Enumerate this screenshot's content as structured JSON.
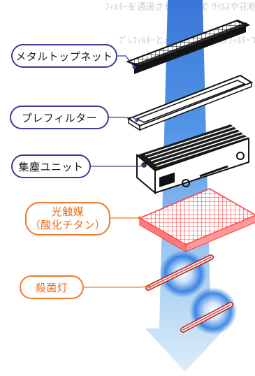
{
  "labels": {
    "metal_top_net": "メタルトップネット",
    "pre_filter": "プレフィルター",
    "dust_unit": "集塵ユニット",
    "photocatalyst_line1": "光触媒",
    "photocatalyst_line2": "（酸化チタン）",
    "germicidal_lamp": "殺菌灯"
  },
  "colors": {
    "label_border_blue": "#3b3d99",
    "label_text_dark": "#1a1a1a",
    "label_border_orange": "#f07a2c",
    "label_text_orange": "#ef6c1e",
    "airflow_top": "#2f6fd6",
    "airflow_bottom": "#cfe5f7",
    "photocatalyst_grid": "#ff3b3b",
    "lamp_glow": "#2f7de0",
    "lamp_tube": "#e8483c"
  },
  "background_text": [
    "ﾌｨﾙﾀｰを通過させることで ｳｲﾙｽや花粉を除去します",
    "ﾌﾟﾚﾌｨﾙﾀｰとﾒﾀﾙﾄｯﾌﾟﾈｯﾄ等のﾌｨﾙﾀｰで 大きなﾎｺﾘを捕集します"
  ]
}
